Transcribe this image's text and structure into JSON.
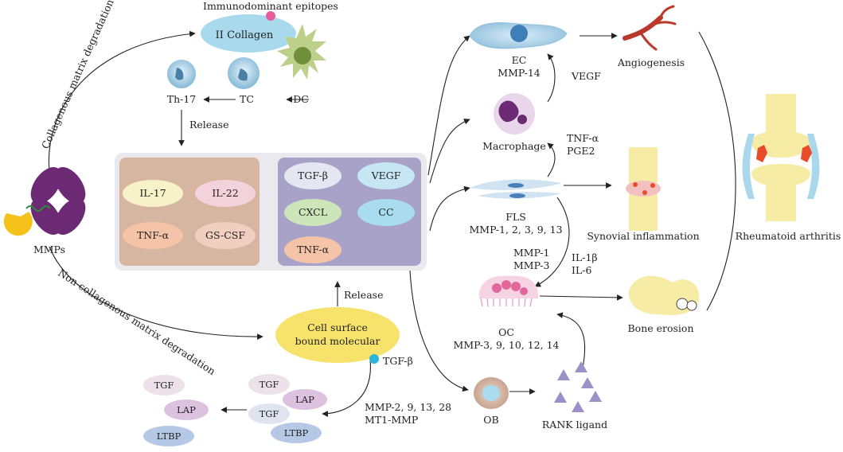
{
  "left": {
    "mmps_label": "MMPs",
    "collagenous_path": "Collagenous matrix degradation",
    "noncollagenous_path": "Non-collagenous matrix degradation"
  },
  "top": {
    "epitopes_label": "Immunodominant epitopes",
    "collagen_label": "II Collagen",
    "th17_label": "Th-17",
    "tc_label": "TC",
    "dc_label": "DC",
    "release_label": "Release"
  },
  "center": {
    "left_panel": [
      "IL-17",
      "IL-22",
      "TNF-α",
      "GS-CSF"
    ],
    "right_panel": [
      "TGF-β",
      "VEGF",
      "CXCL",
      "CC",
      "TNF-α"
    ],
    "release_label": "Release"
  },
  "bottom": {
    "cell_surface_line1": "Cell surface",
    "cell_surface_line2": "bound molecular",
    "tgfb_label": "TGF-β",
    "mmp_line1": "MMP-2, 9, 13, 28",
    "mmp_line2": "MT1-MMP",
    "complex_right": [
      "TGF",
      "LAP",
      "TGF",
      "LTBP"
    ],
    "complex_left": [
      "TGF",
      "LAP",
      "LTBP"
    ]
  },
  "right": {
    "ec_label": "EC",
    "ec_mmp": "MMP-14",
    "vegf_label": "VEGF",
    "angiogenesis_label": "Angiogenesis",
    "macrophage_label": "Macrophage",
    "tnfa_label": "TNF-α",
    "pge2_label": "PGE2",
    "fls_label": "FLS",
    "fls_mmp": "MMP-1, 2, 3, 9, 13",
    "synovial_label": "Synovial inflammation",
    "mmp1_label": "MMP-1",
    "mmp3_label": "MMP-3",
    "il1b_label": "IL-1β",
    "il6_label": "IL-6",
    "oc_label": "OC",
    "oc_mmp": "MMP-3, 9, 10, 12, 14",
    "bone_erosion_label": "Bone erosion",
    "ob_label": "OB",
    "rank_label": "RANK ligand",
    "ra_label": "Rheumatoid arthritis"
  },
  "colors": {
    "collagen": "#a9d9ec",
    "epitope": "#e85c9a",
    "left_panel_bg": "#d6b6a0",
    "right_panel_bg": "#a8a2c8",
    "cell_surface": "#f7e36b",
    "tgfb_dot": "#2bb5d8",
    "mmp_purple": "#6d2a74",
    "mmp_yellow": "#f5c21a",
    "triangle": "#9b90c8",
    "bone": "#f6eca6",
    "cartilage": "#a9d8ec",
    "inflammation": "#e94a2a"
  }
}
